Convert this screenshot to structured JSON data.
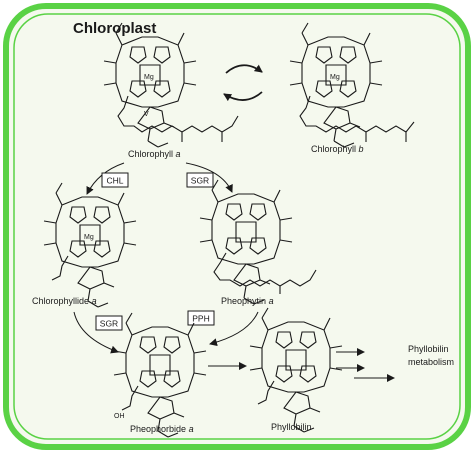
{
  "diagram": {
    "title": "Chloroplast",
    "colors": {
      "frame": "#5ad245",
      "frame_fill": "#f5f9ee",
      "ink": "#1a1a1a"
    },
    "compounds": {
      "chl_a": {
        "name": "Chlorophyll",
        "suffix": "a",
        "metal": "Mg",
        "ring_v": "V"
      },
      "chl_b": {
        "name": "Chlorophyll",
        "suffix": "b",
        "metal": "Mg"
      },
      "chlide_a": {
        "name": "Chlorophyllide",
        "suffix": "a",
        "metal": "Mg"
      },
      "pheophytin_a": {
        "name": "Pheophytin",
        "suffix": "a"
      },
      "pheophorbide_a": {
        "name": "Pheophorbide",
        "suffix": "a",
        "group": "OH"
      },
      "phyllobilin": {
        "name": "Phyllobilin"
      },
      "metabolism": {
        "line1": "Phyllobilin",
        "line2": "metabolism"
      }
    },
    "enzymes": {
      "chl": "CHL",
      "sgr_top": "SGR",
      "sgr_bottom": "SGR",
      "pph": "PPH"
    }
  }
}
